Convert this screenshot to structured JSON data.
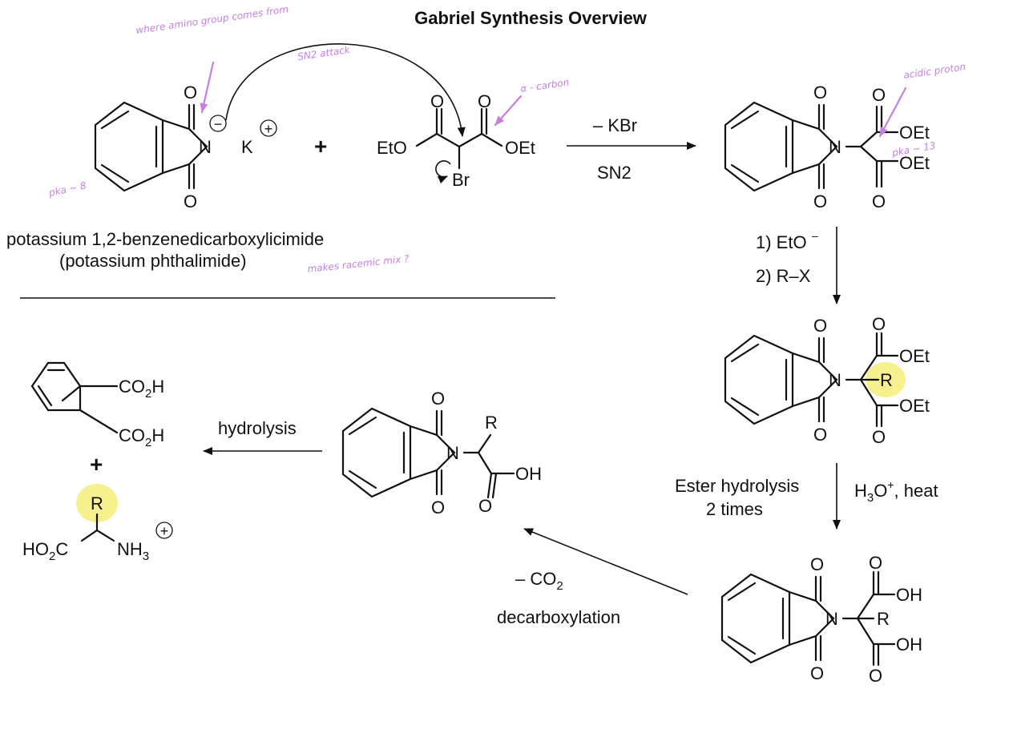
{
  "title": "Gabriel Synthesis Overview",
  "reagent_name": {
    "line1": "potassium 1,2-benzenedicarboxylicimide",
    "line2": "(potassium phthalimide)"
  },
  "atoms": {
    "O": "O",
    "N": "N",
    "K": "K",
    "Br": "Br",
    "EtO": "EtO",
    "OEt": "OEt",
    "OH": "OH",
    "R": "R",
    "CO2H_main": "CO",
    "CO2H_sub": "2",
    "CO2H_tail": "H",
    "HO2C_head": "HO",
    "HO2C_sub": "2",
    "HO2C_tail": "C",
    "NH3_main": "NH",
    "NH3_sub": "3",
    "plus": "+",
    "plus_charge": "+",
    "minus_charge": "−"
  },
  "steps": {
    "step1_top": "– KBr",
    "step1_bottom": "SN2",
    "step2_line1": "1) EtO",
    "step2_line1_sup": "–",
    "step2_line2": "2) R–X",
    "step3_left_line1": "Ester hydrolysis",
    "step3_left_line2": "2 times",
    "step3_right_main": "H",
    "step3_right_sub": "3",
    "step3_right_O": "O",
    "step3_right_sup": "+",
    "step3_right_tail": ", heat",
    "step4_top_main": "– CO",
    "step4_top_sub": "2",
    "step4_bottom": "decarboxylation",
    "step5": "hydrolysis"
  },
  "annotations": {
    "amine_source": "where amino group comes from",
    "sn2_attack": "SN2 attack",
    "alpha_carbon": "α - carbon",
    "pka_8": "pka ~ 8",
    "acidic_proton": "acidic proton",
    "pka_13": "pka ~ 13",
    "racemic": "makes racemic mix ?"
  },
  "colors": {
    "annotation": "#c77ee0",
    "highlight": "#f4ef7a",
    "ink": "#111111"
  }
}
